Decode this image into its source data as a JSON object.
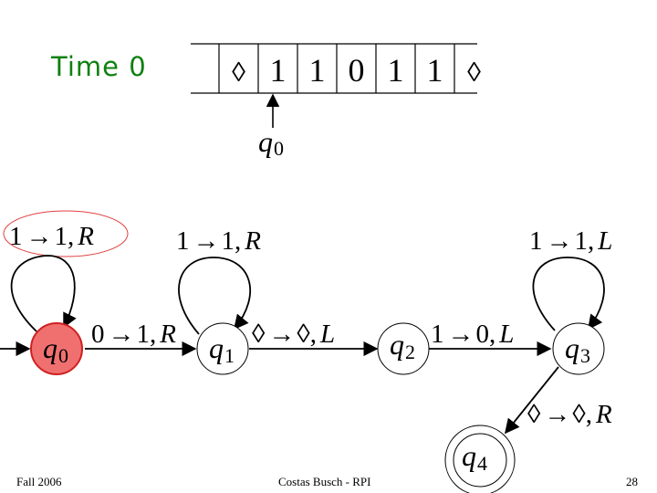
{
  "slide": {
    "title": "Time 0",
    "footer_left": "Fall 2006",
    "footer_center": "Costas Busch - RPI",
    "footer_right": "28"
  },
  "tape": {
    "cells": [
      "◊",
      "1",
      "1",
      "0",
      "1",
      "1",
      "◊"
    ],
    "head_label": "q",
    "head_subscript": "0"
  },
  "states": [
    {
      "id": "q0",
      "label": "q",
      "sub": "0",
      "current": true,
      "initial": true,
      "accepting": false
    },
    {
      "id": "q1",
      "label": "q",
      "sub": "1",
      "current": false,
      "initial": false,
      "accepting": false
    },
    {
      "id": "q2",
      "label": "q",
      "sub": "2",
      "current": false,
      "initial": false,
      "accepting": false
    },
    {
      "id": "q3",
      "label": "q",
      "sub": "3",
      "current": false,
      "initial": false,
      "accepting": false
    },
    {
      "id": "q4",
      "label": "q",
      "sub": "4",
      "current": false,
      "initial": false,
      "accepting": true
    }
  ],
  "transitions": [
    {
      "from": "q0",
      "to": "q0",
      "read": "1",
      "write": "1",
      "move": "R",
      "highlighted": true
    },
    {
      "from": "q1",
      "to": "q1",
      "read": "1",
      "write": "1",
      "move": "R",
      "highlighted": false
    },
    {
      "from": "q3",
      "to": "q3",
      "read": "1",
      "write": "1",
      "move": "L",
      "highlighted": false
    },
    {
      "from": "q0",
      "to": "q1",
      "read": "0",
      "write": "1",
      "move": "R",
      "highlighted": false
    },
    {
      "from": "q1",
      "to": "q2",
      "read": "◊",
      "write": "◊",
      "move": "L",
      "highlighted": false
    },
    {
      "from": "q2",
      "to": "q3",
      "read": "1",
      "write": "0",
      "move": "L",
      "highlighted": false
    },
    {
      "from": "q3",
      "to": "q4",
      "read": "◊",
      "write": "◊",
      "move": "R",
      "highlighted": false
    }
  ],
  "colors": {
    "title": "#108010",
    "current_state_fill": "#f07070",
    "current_state_stroke": "#d02020",
    "highlight_ring": "#e04040",
    "ink": "#000000"
  }
}
